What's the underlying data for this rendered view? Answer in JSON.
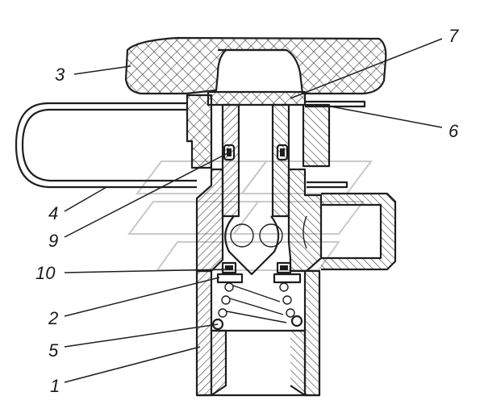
{
  "callouts": [
    {
      "id": "c3",
      "text": "3"
    },
    {
      "id": "c7",
      "text": "7"
    },
    {
      "id": "c6",
      "text": "6"
    },
    {
      "id": "c4",
      "text": "4"
    },
    {
      "id": "c9",
      "text": "9"
    },
    {
      "id": "c10",
      "text": "10"
    },
    {
      "id": "c2",
      "text": "2"
    },
    {
      "id": "c5",
      "text": "5"
    },
    {
      "id": "c1",
      "text": "1"
    }
  ],
  "colors": {
    "line": "#1e1e1e",
    "watermark": "#c9c9c9",
    "background": "#ffffff"
  }
}
